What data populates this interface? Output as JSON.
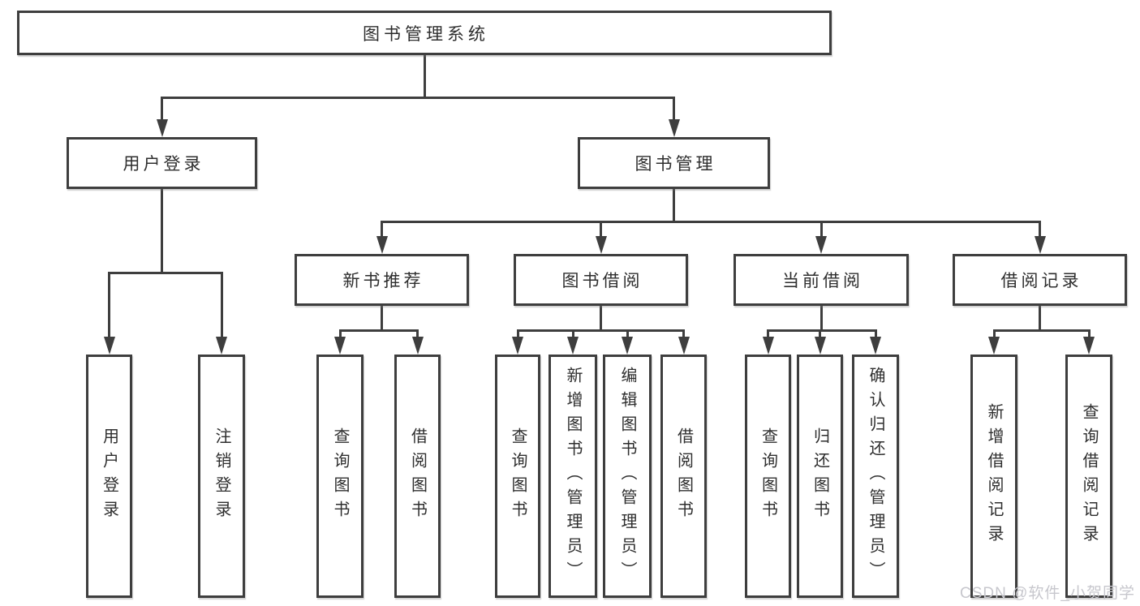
{
  "diagram": {
    "title": "图书管理系统",
    "nodes": {
      "root": {
        "label": "图书管理系统",
        "level": 1
      },
      "login": {
        "label": "用户登录",
        "level": 2
      },
      "mgmt": {
        "label": "图书管理",
        "level": 2
      },
      "rec": {
        "label": "新书推荐",
        "level": 3
      },
      "borrow": {
        "label": "图书借阅",
        "level": 3
      },
      "current": {
        "label": "当前借阅",
        "level": 3
      },
      "history": {
        "label": "借阅记录",
        "level": 3
      },
      "v1": {
        "label": "用户登录",
        "level": 4
      },
      "v2": {
        "label": "注销登录",
        "level": 4
      },
      "v3": {
        "label": "查询图书",
        "level": 4
      },
      "v4": {
        "label": "借阅图书",
        "level": 4
      },
      "v5": {
        "label": "查询图书",
        "level": 4
      },
      "v6": {
        "label": "新增图书（管理员）",
        "level": 4
      },
      "v7": {
        "label": "编辑图书（管理员）",
        "level": 4
      },
      "v8": {
        "label": "借阅图书",
        "level": 4
      },
      "v9": {
        "label": "查询图书",
        "level": 4
      },
      "v10": {
        "label": "归还图书",
        "level": 4
      },
      "v11": {
        "label": "确认归还（管理员）",
        "level": 4
      },
      "v12": {
        "label": "新增借阅记录",
        "level": 4
      },
      "v13": {
        "label": "查询借阅记录",
        "level": 4
      }
    },
    "hierarchy": [
      {
        "parent": "root",
        "children": [
          "login",
          "mgmt"
        ]
      },
      {
        "parent": "login",
        "children": [
          "v1",
          "v2"
        ]
      },
      {
        "parent": "mgmt",
        "children": [
          "rec",
          "borrow",
          "current",
          "history"
        ]
      },
      {
        "parent": "rec",
        "children": [
          "v3",
          "v4"
        ]
      },
      {
        "parent": "borrow",
        "children": [
          "v5",
          "v6",
          "v7",
          "v8"
        ]
      },
      {
        "parent": "current",
        "children": [
          "v9",
          "v10",
          "v11"
        ]
      },
      {
        "parent": "history",
        "children": [
          "v12",
          "v13"
        ]
      }
    ]
  },
  "watermark": {
    "text": "CSDN @软件_小贺同学"
  },
  "colors": {
    "line": "#3e3e3e",
    "border": "#3e3e3e",
    "text": "#2e2e2e",
    "watermark": "#c7c7cd",
    "background": "#ffffff"
  }
}
